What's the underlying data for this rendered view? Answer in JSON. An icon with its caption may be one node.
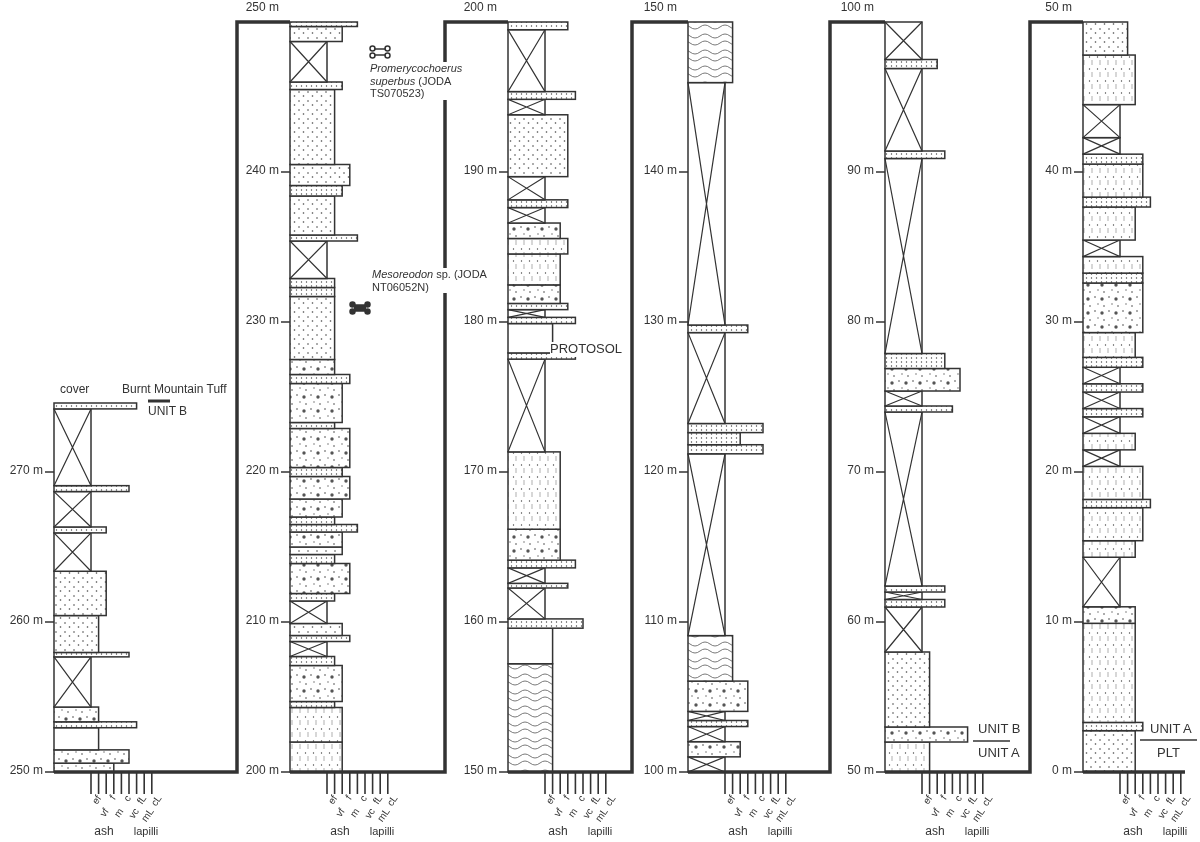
{
  "diagram": {
    "labels": [
      "cover",
      "Burnt Mountain Tuff",
      "UNIT B",
      "270 m",
      "260 m",
      "250 m",
      "ef",
      "vf",
      "f",
      "m",
      "c",
      "vc",
      "fL",
      "mL",
      "cL",
      "ash",
      "lapilli",
      "250 m",
      "*Promerycochoerus superbus* (JODA TS070523)",
      "240 m",
      "*Mesoreodon* sp. (JODA NT06052N)",
      "230 m",
      "220 m",
      "210 m",
      "200 m",
      "ef",
      "vf",
      "f",
      "m",
      "c",
      "vc",
      "fL",
      "mL",
      "cL",
      "ash",
      "lapilli",
      "200 m",
      "190 m",
      "180 m",
      "PROTOSOL",
      "170 m",
      "160 m",
      "150 m",
      "ef",
      "vf",
      "f",
      "m",
      "c",
      "vc",
      "fL",
      "mL",
      "cL",
      "ash",
      "lapilli",
      "150 m",
      "140 m",
      "130 m",
      "120 m",
      "110 m",
      "100 m",
      "ef",
      "vf",
      "f",
      "m",
      "c",
      "vc",
      "fL",
      "mL",
      "cL",
      "ash",
      "lapilli",
      "100 m",
      "90 m",
      "80 m",
      "70 m",
      "60 m",
      "UNIT B",
      "UNIT A",
      "50 m",
      "ef",
      "vf",
      "f",
      "m",
      "c",
      "vc",
      "fL",
      "mL",
      "cL",
      "ash",
      "lapilli",
      "50 m",
      "40 m",
      "30 m",
      "20 m",
      "10 m",
      "UNIT A",
      "PLT",
      "0 m",
      "ef",
      "vf",
      "f",
      "m",
      "c",
      "vc",
      "fL",
      "mL",
      "cL",
      "ash",
      "lapilli"
    ]
  }
}
